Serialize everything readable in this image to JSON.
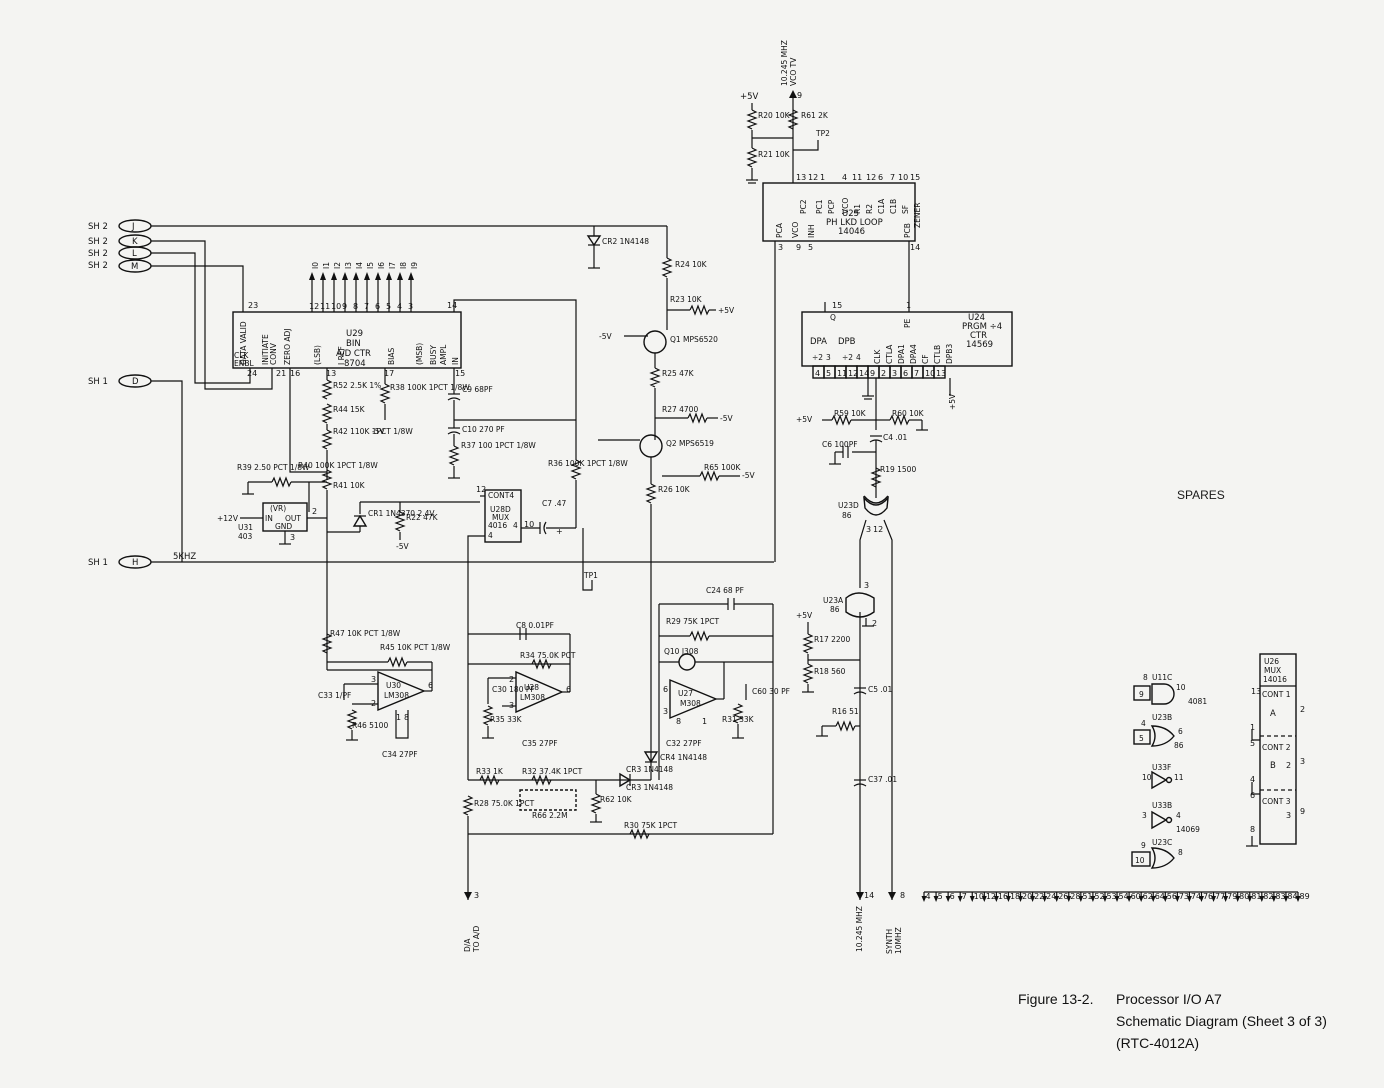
{
  "figure": {
    "number": "Figure 13-2.",
    "title": "Processor I/O A7",
    "subtitle": "Schematic Diagram (Sheet 3 of 3)",
    "code": "(RTC-4012A)"
  },
  "spares_label": "SPARES",
  "connectors": [
    {
      "ref": "SH 2",
      "pin": "J"
    },
    {
      "ref": "SH 2",
      "pin": "K"
    },
    {
      "ref": "SH 2",
      "pin": "L"
    },
    {
      "ref": "SH 2",
      "pin": "M"
    },
    {
      "ref": "SH 1",
      "pin": "D"
    },
    {
      "ref": "SH 1",
      "pin": "H"
    }
  ],
  "nets": {
    "skhz": "5KHZ",
    "vco_top_1": "10.245 MHZ",
    "vco_top_2": "VCO TV",
    "vco_pin": "9",
    "out_daa_1": "D/A",
    "out_daa_2": "TO A/D",
    "out_daa_pin": "3",
    "out_10mhz": "10.245 MHZ",
    "out_10mhz_pin": "14",
    "out_synth_1": "SYNTH",
    "out_synth_2": "10MHZ",
    "out_synth_pin": "8",
    "plus5_a": "+5V",
    "plus5_b": "+5V",
    "plus5_c": "+5V",
    "plus5_d": "+5V",
    "plus5_e": "+5V",
    "minus5_a": "-5V",
    "minus5_b": "-5V",
    "minus5_c": "-5V",
    "minus5_d": "-5V",
    "minus5_e": "-5V",
    "plus12": "+12V",
    "tp1": "TP1",
    "tp2": "TP2"
  },
  "ics": {
    "u29": {
      "ref": "U29",
      "line1": "BIN",
      "line2": "A/D CTR",
      "part": "8704",
      "pins_dv": "DATA VALID",
      "pins_init": "INITIATE",
      "pins_conv": "CONV",
      "pins_zero": "ZERO ADJ",
      "pins_lsb": "(LSB)",
      "pins_msb": "(MSB)",
      "pins_iref": "I REF",
      "pins_bias": "BIAS",
      "pins_busy": "BUSY",
      "pins_ampl": "AMPL",
      "pins_in": "IN",
      "pins_enbl": "ENBL",
      "pins_clk": "CLK"
    },
    "u25": {
      "ref": "U25",
      "line1": "PH LKD LOOP",
      "part": "14046",
      "pca": "PCA",
      "pcb": "PCB",
      "vco": "VCO",
      "inh": "INH",
      "pc2": "PC2",
      "pc1": "PC1",
      "pcp": "PCP",
      "vco_in": "VCO",
      "r1": "R1",
      "r2": "R2",
      "c1a": "C1A",
      "c1b": "C1B",
      "sf": "SF",
      "zener": "ZENER"
    },
    "u24": {
      "ref": "U24",
      "line1": "PRGM ÷4",
      "line2": "CTR",
      "part": "14569",
      "dpa": "DPA",
      "dpb": "DPB",
      "div2": "÷2",
      "div3": "3",
      "clk": "CLK",
      "ctla": "CTLA",
      "dpa1": "DPA1",
      "dpa4": "DPA4",
      "cf": "CF",
      "ctlb": "CTLB",
      "dpb3": "DPB3",
      "pe": "PE",
      "q": "Q"
    },
    "u28d": {
      "ref": "U28D",
      "line1": "MUX",
      "part": "4016",
      "cont": "CONT4",
      "p4": "4"
    },
    "u31": {
      "ref": "U31",
      "part": "403",
      "vr": "(VR)",
      "in": "IN",
      "out": "OUT",
      "gnd": "GND"
    },
    "u30": {
      "ref": "U30",
      "part": "LM308"
    },
    "u28": {
      "ref": "U28",
      "part": "LM308"
    },
    "u27": {
      "ref": "U27",
      "part": "M308"
    },
    "u23d": {
      "ref": "U23D",
      "part": "86"
    },
    "u23a": {
      "ref": "U23A",
      "part": "86"
    },
    "u26": {
      "ref": "U26",
      "line1": "MUX",
      "part": "14016",
      "c1": "CONT 1",
      "c2": "CONT 2",
      "c3": "CONT 3",
      "a": "A",
      "b": "B"
    }
  },
  "spares": [
    {
      "ref": "U11C",
      "part": "4081"
    },
    {
      "ref": "U23B",
      "part": "86"
    },
    {
      "ref": "U33F",
      "part": ""
    },
    {
      "ref": "U33B",
      "part": "14069"
    },
    {
      "ref": "U23C",
      "part": ""
    }
  ],
  "components": {
    "r20": "R20 10K",
    "r61": "R61 2K",
    "r21": "R21 10K",
    "cr2": "CR2 1N4148",
    "r24": "R24 10K",
    "r23": "R23 10K",
    "q1": "Q1 MPS6520",
    "r25": "R25 47K",
    "r27": "R27 4700",
    "q2": "Q2 MPS6519",
    "r26": "R26 10K",
    "r65": "R65 100K",
    "r52": "R52 2.5K 1%",
    "r44": "R44 15K",
    "r42": "R42 110K 1PCT 1/8W",
    "r38": "R38 100K 1PCT 1/8W",
    "c9": "C9 68PF",
    "c10": "C10 270 PF",
    "r37": "R37 100 1PCT 1/8W",
    "r39": "R39 2.50 PCT 1/8W",
    "r40": "R40 100K 1PCT 1/8W",
    "r41": "R41 10K",
    "r36": "R36 100K 1PCT 1/8W",
    "c7": "C7 .47",
    "cr1": "CR1 1N4370 2.4V",
    "r22": "R22 47K",
    "r47": "R47 10K PCT 1/8W",
    "r45": "R45 10K PCT 1/8W",
    "c33": "C33 1/PF",
    "r46": "R46 5100",
    "c34": "C34 27PF",
    "c8": "C8 0.01PF",
    "r34": "R34 75.0K PCT",
    "c30": "C30 180 PF",
    "r35": "R35 33K",
    "c35": "C35 27PF",
    "r29": "R29 75K 1PCT",
    "c24": "C24 68 PF",
    "q10": "Q10 J308",
    "r31": "R31 33K",
    "c32": "C32 27PF",
    "c60": "C60 30 PF",
    "cr4": "CR4 1N4148",
    "cr3": "CR3 1N4148",
    "r33": "R33 1K",
    "r32": "R32 37.4K 1PCT",
    "r62": "R62 10K",
    "r28": "R28 75.0K 1PCT",
    "r30": "R30 75K 1PCT",
    "r66": "R66 2.2M",
    "r59": "R59 10K",
    "r60": "R60 10K",
    "c6": "C6 100PF",
    "c4": "C4 .01",
    "r19": "R19 1500",
    "r17": "R17 2200",
    "r18": "R18 560",
    "c5": "C5 .01",
    "r16": "R16 51",
    "c37": "C37 .01"
  },
  "bus_pins": [
    "4",
    "5",
    "6",
    "7",
    "10",
    "12",
    "16",
    "18",
    "20",
    "22",
    "24",
    "26",
    "28",
    "51",
    "52",
    "53",
    "54",
    "60",
    "62",
    "64",
    "56",
    "73",
    "74",
    "76",
    "77",
    "79",
    "80",
    "81",
    "82",
    "83",
    "84",
    "89"
  ]
}
